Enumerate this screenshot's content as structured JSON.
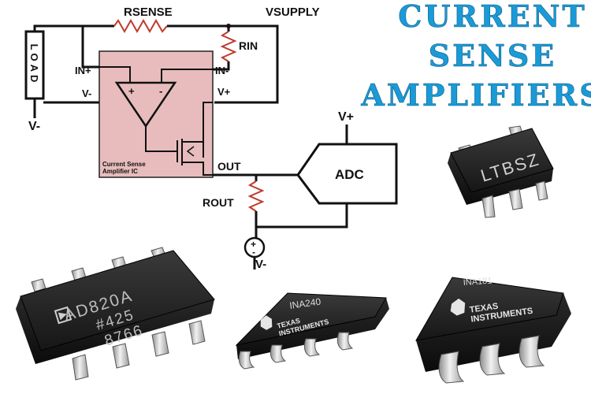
{
  "title": {
    "line1": "CURRENT",
    "line2": "SENSE",
    "line3": "AMPLIFIERS",
    "color": "#1a9ad6"
  },
  "circuit": {
    "rsense_label": "RSENSE",
    "rin_label": "RIN",
    "rout_label": "ROUT",
    "vsupply_label": "VSUPPLY",
    "load_label": "LOAD",
    "in_plus_label": "IN+",
    "in_minus_label": "IN-",
    "v_minus_left_label": "V-",
    "v_plus_label": "V+",
    "v_minus_bottom_label": "V-",
    "v_minus_source_label": "V-",
    "out_label": "OUT",
    "adc_label": "ADC",
    "adc_vplus_label": "V+",
    "plus_sign": "+",
    "minus_sign": "-",
    "ic_label_line1": "Current Sense",
    "ic_label_line2": "Amplifier IC",
    "ic_fill": "#e8bcbc",
    "resistor_color": "#c0392b"
  },
  "chips": {
    "sot_marking": "LTBSZ",
    "soic_marking_line1": "AD820A",
    "soic_marking_line2": "#425",
    "soic_marking_line3": "8766",
    "ina240_part": "INA240",
    "ina181_part": "INA181",
    "ti_brand_line1": "TEXAS",
    "ti_brand_line2": "INSTRUMENTS"
  },
  "icons": [
    "ti-logo-icon",
    "adi-logo-icon",
    "voltage-source-icon",
    "resistor-icon",
    "opamp-icon",
    "mosfet-icon"
  ]
}
